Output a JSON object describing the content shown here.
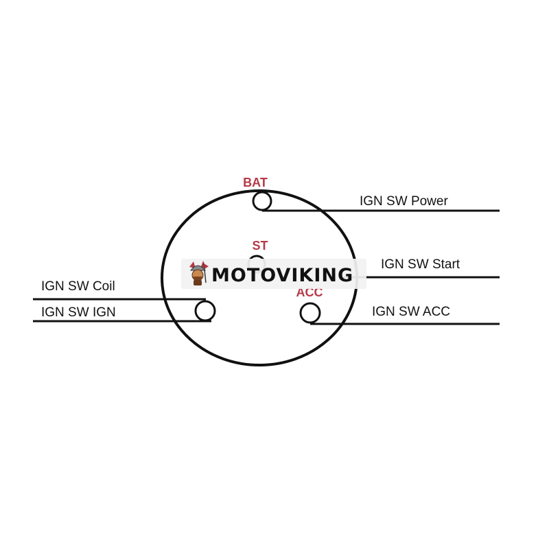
{
  "terminals": {
    "bat": "BAT",
    "st": "ST",
    "acc": "ACC"
  },
  "wires": {
    "power": "IGN SW Power",
    "start": "IGN SW Start",
    "coil": "IGN SW Coil",
    "ign": "IGN SW IGN",
    "acc": "IGN SW ACC"
  },
  "watermark": {
    "brand": "MOTOVIKING",
    "logo_icon": "viking-mascot-icon"
  },
  "colors": {
    "terminal_label": "#b53a48",
    "line": "#111111",
    "background": "#ffffff"
  }
}
